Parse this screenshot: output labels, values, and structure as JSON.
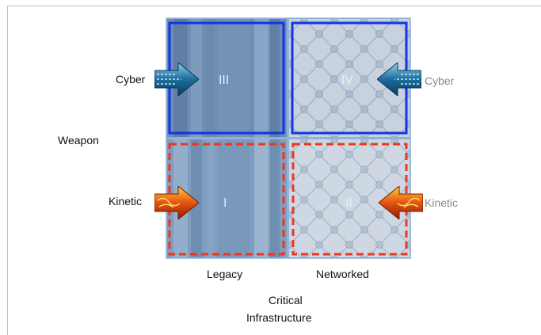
{
  "quadrants": {
    "top_left": "III",
    "top_right": "IV",
    "bottom_left": "I",
    "bottom_right": "II"
  },
  "left_labels": {
    "cyber": "Cyber",
    "kinetic": "Kinetic"
  },
  "right_labels": {
    "cyber": "Cyber",
    "kinetic": "Kinetic"
  },
  "axis": {
    "vertical_title": "Weapon",
    "columns": [
      "Legacy",
      "Networked"
    ],
    "horizontal_title_line1": "Critical",
    "horizontal_title_line2": "Infrastructure"
  },
  "colors": {
    "grid_fill": "#8fb3d8",
    "cyber_border": "#1433e8",
    "kinetic_border": "#e8391f",
    "cyber_arrow": "#1a6a9a",
    "kinetic_arrow": "#d84a10"
  }
}
